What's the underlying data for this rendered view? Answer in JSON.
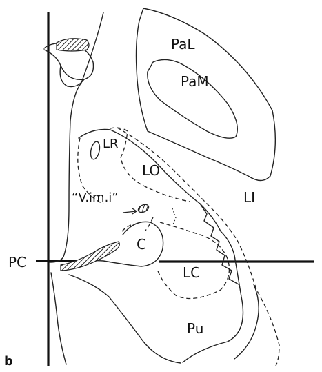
{
  "figure": {
    "panel_letter": "b",
    "labels": {
      "pal": "PaL",
      "pam": "PaM",
      "lr": "LR",
      "lo": "LO",
      "vimi": "“V.im.i”",
      "li": "LI",
      "c": "C",
      "lc": "LC",
      "pc": "PC",
      "pu": "Pu"
    }
  }
}
